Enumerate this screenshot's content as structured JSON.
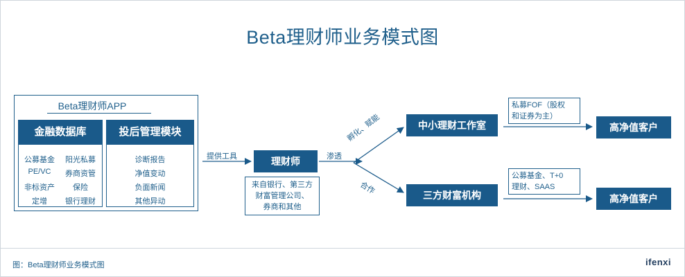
{
  "title": "Beta理财师业务模式图",
  "app": {
    "title": "Beta理财师APP",
    "finance_db": {
      "header": "金融数据库",
      "items": [
        "公募基金",
        "阳光私募",
        "PE/VC",
        "券商资管",
        "非标资产",
        "保险",
        "定增",
        "银行理财"
      ]
    },
    "post_invest": {
      "header": "投后管理模块",
      "items": [
        "诊断报告",
        "净值变动",
        "负面新闻",
        "其他异动"
      ]
    }
  },
  "flow": {
    "provide_tools": "提供工具",
    "advisor": "理财师",
    "advisor_source": [
      "来自银行、第三方",
      "财富管理公司、",
      "券商和其他"
    ],
    "penetrate": "渗透",
    "incubate": "孵化、赋能",
    "cooperate": "合作",
    "studio": "中小理财工作室",
    "third_party": "三方财富机构",
    "studio_note": [
      "私募FOF（股权",
      "和证券为主）"
    ],
    "third_note": [
      "公募基金、T+0",
      "理财、SAAS"
    ],
    "client_top": "高净值客户",
    "client_bottom": "高净值客户"
  },
  "footer": {
    "caption": "图：Beta理财师业务模式图",
    "brand": "ifenxi"
  },
  "colors": {
    "primary": "#1a5a8a",
    "text": "#1f5f8b",
    "border": "#cfd6dc"
  }
}
